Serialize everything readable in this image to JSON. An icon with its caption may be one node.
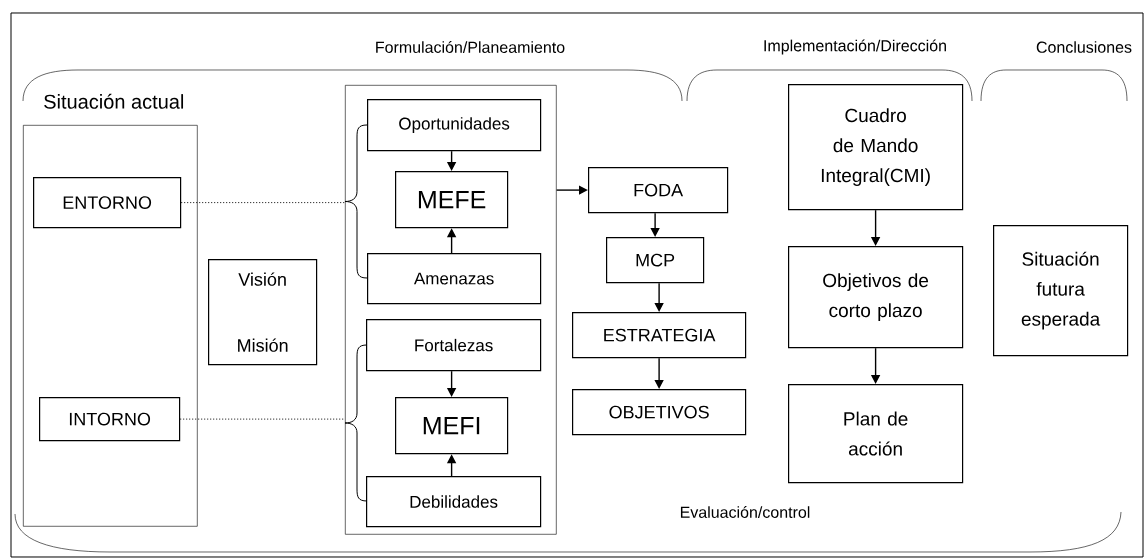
{
  "diagram": {
    "nodes": [
      {
        "text": [
          "Situación actual"
        ]
      },
      {
        "text": [
          "ENTORNO"
        ],
        "in": 0
      },
      {
        "text": [
          "INTORNO"
        ],
        "in": 0
      },
      {
        "text": [
          "Visión",
          "Misión"
        ]
      },
      {
        "text": [],
        "shape": "box"
      },
      {
        "text": [
          "Oportunidades"
        ],
        "in": 4
      },
      {
        "text": [
          "MEFE"
        ],
        "in": 4
      },
      {
        "text": [
          "Amenazas"
        ],
        "in": 4
      },
      {
        "text": [
          "Fortalezas"
        ],
        "in": 4
      },
      {
        "text": [
          "MEFI"
        ],
        "in": 4
      },
      {
        "text": [
          "Debilidades"
        ],
        "in": 4
      },
      {
        "text": [
          "FODA"
        ]
      },
      {
        "text": [
          "MCP"
        ]
      },
      {
        "text": [
          "ESTRATEGIA"
        ]
      },
      {
        "text": [
          "OBJETIVOS"
        ]
      },
      {
        "text": [
          "Cuadro de Mando Integral(CMI)"
        ]
      },
      {
        "text": [
          "Objetivos de corto plazo"
        ]
      },
      {
        "text": [
          "Plan de acción"
        ]
      },
      {
        "text": [
          "Situación futura esperada"
        ]
      }
    ],
    "edges": [
      {
        "from": 1,
        "to": 4,
        "arrow": "none",
        "style": "dashed"
      },
      {
        "from": 2,
        "to": 4,
        "arrow": "none",
        "style": "dashed"
      },
      {
        "from": 5,
        "to": 6,
        "arrow": "to"
      },
      {
        "from": 7,
        "to": 6,
        "arrow": "to"
      },
      {
        "from": 8,
        "to": 9,
        "arrow": "to"
      },
      {
        "from": 10,
        "to": 9,
        "arrow": "to"
      },
      {
        "from": 4,
        "to": 11,
        "arrow": "to"
      },
      {
        "from": 11,
        "to": 12,
        "arrow": "to"
      },
      {
        "from": 12,
        "to": 13,
        "arrow": "to"
      },
      {
        "from": 13,
        "to": 14,
        "arrow": "to"
      },
      {
        "from": 15,
        "to": 16,
        "arrow": "to"
      },
      {
        "from": 16,
        "to": 17,
        "arrow": "to"
      }
    ],
    "labels": [
      "Formulación/Planeamiento",
      "Implementación/Dirección",
      "Conclusiones",
      "Evaluación/control"
    ]
  }
}
